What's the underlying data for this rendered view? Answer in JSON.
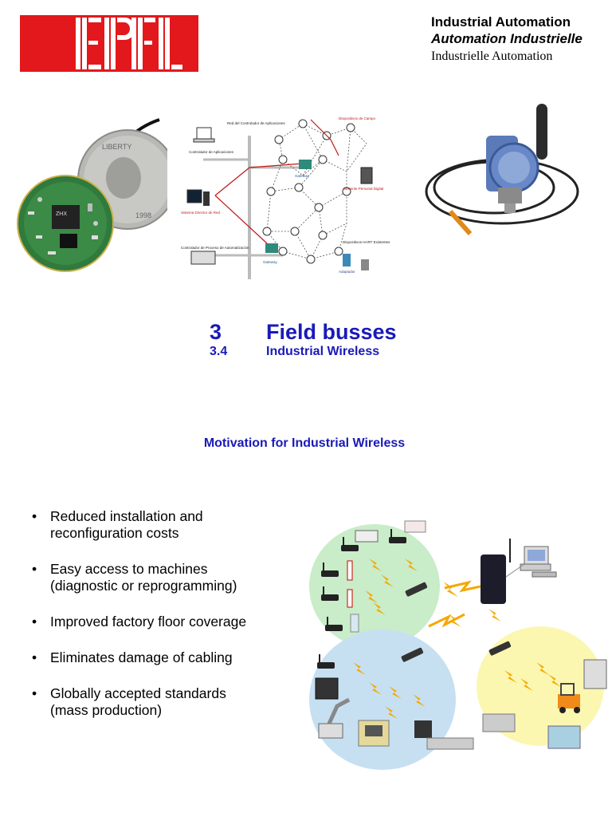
{
  "logo": {
    "text": "EPFL",
    "color": "#e3181c"
  },
  "header": {
    "line1": "Industrial Automation",
    "line2": "Automation Industrielle",
    "line3": "Industrielle Automation"
  },
  "network_diagram": {
    "labels": {
      "red_controlador": "Red del Controlador de Aplicaciones",
      "dispositivos_campo": "Dispositivos de Campo",
      "controlador_app": "Controlador de Aplicaciones",
      "gateway_top": "Gateway",
      "asistente": "Asistente Personal Digital",
      "sistema_director": "Sistema Director de Red",
      "controlador_proceso": "Controlador de Proceso de Automatización",
      "dispositivos_hart": "Dispositivos HART Existentes",
      "gateway_bottom": "Gateway",
      "adaptador": "Adaptador"
    }
  },
  "chapter": {
    "number": "3",
    "title": "Field busses"
  },
  "section": {
    "number": "3.4",
    "title": "Industrial Wireless"
  },
  "slide_title": "Motivation for Industrial Wireless",
  "bullets": [
    "Reduced installation and\nreconfiguration costs",
    "Easy access to machines\n(diagnostic or reprogramming)",
    "Improved factory floor coverage",
    "Eliminates damage of cabling",
    "Globally accepted standards\n(mass production)"
  ],
  "bullet_symbol": "•",
  "colors": {
    "title_blue": "#1a1ab8",
    "zone_green": "#c9ecc9",
    "zone_blue": "#c6e0f2",
    "zone_yellow": "#fbf7b0",
    "lightning": "#f5a800"
  },
  "icons": [
    "sensor-board-icon",
    "quarter-coin-icon",
    "wireless-transmitter-icon",
    "lightning-icon",
    "wireless-router-icon",
    "computer-icon",
    "forklift-icon",
    "robot-arm-icon"
  ]
}
